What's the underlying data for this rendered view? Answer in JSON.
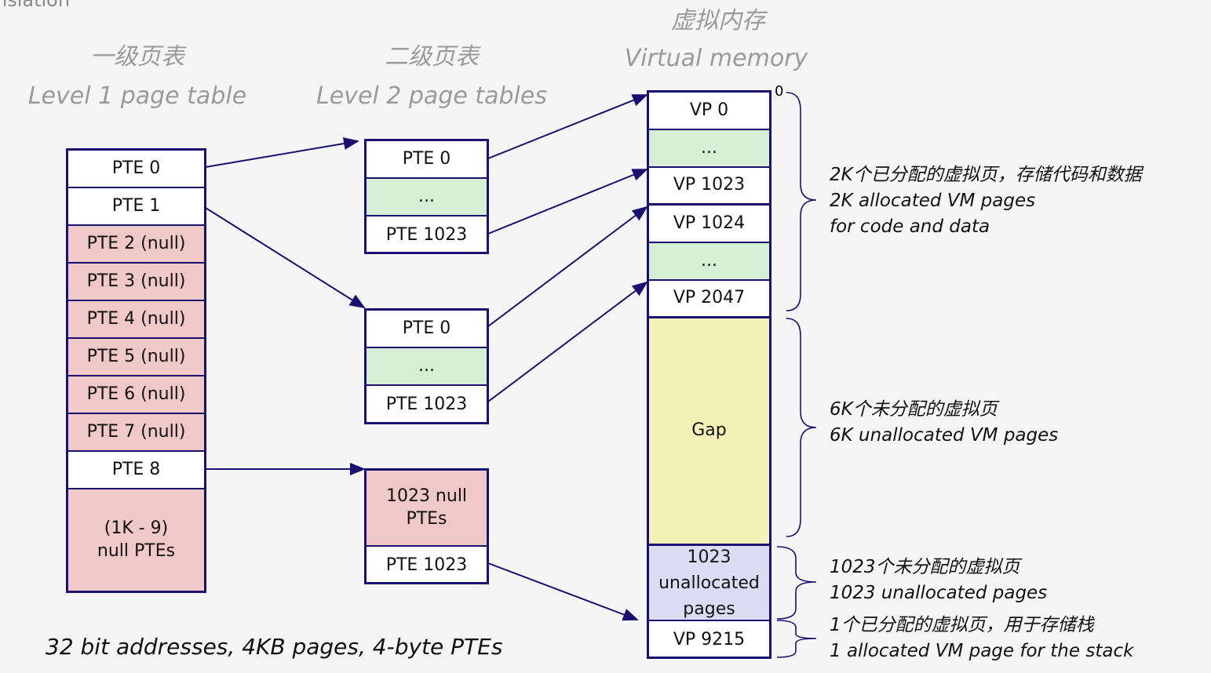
{
  "slide_title_fragment": "nslation",
  "headers": {
    "l1_cn": "一级页表",
    "l1_en": "Level 1 page table",
    "l2_cn": "二级页表",
    "l2_en": "Level 2 page tables",
    "vm_cn": "虚拟内存",
    "vm_en": "Virtual memory"
  },
  "l1": [
    "PTE 0",
    "PTE 1",
    "PTE 2 (null)",
    "PTE 3 (null)",
    "PTE 4 (null)",
    "PTE 5 (null)",
    "PTE 6 (null)",
    "PTE 7 (null)",
    "PTE 8",
    "(1K - 9)\nnull PTEs"
  ],
  "l2a": [
    "PTE 0",
    "...",
    "PTE 1023"
  ],
  "l2b": [
    "PTE 0",
    "...",
    "PTE 1023"
  ],
  "l2c": [
    "1023 null\nPTEs",
    "PTE 1023"
  ],
  "vm": [
    "VP 0",
    "...",
    "VP 1023",
    "VP 1024",
    "...",
    "VP 2047",
    "Gap",
    "1023\nunallocated\npages",
    "VP 9215"
  ],
  "vm_zero": "0",
  "notes": [
    {
      "cn": "2K个已分配的虚拟页，存储代码和数据",
      "en1": "2K allocated VM pages",
      "en2": "for code and data"
    },
    {
      "cn": "6K个未分配的虚拟页",
      "en1": "6K unallocated VM pages"
    },
    {
      "cn": "1023个未分配的虚拟页",
      "en1": "1023 unallocated  pages"
    },
    {
      "cn": "1个已分配的虚拟页，用于存储栈",
      "en1": "1 allocated VM page for the stack"
    }
  ],
  "footer": "32 bit addresses, 4KB pages, 4-byte PTEs",
  "colors": {
    "border": "#1a1070",
    "null": "#f0c8c8",
    "ellipsis": "#d4efd4",
    "gap": "#f4f2b8",
    "unallocated": "#dcdcf4"
  }
}
